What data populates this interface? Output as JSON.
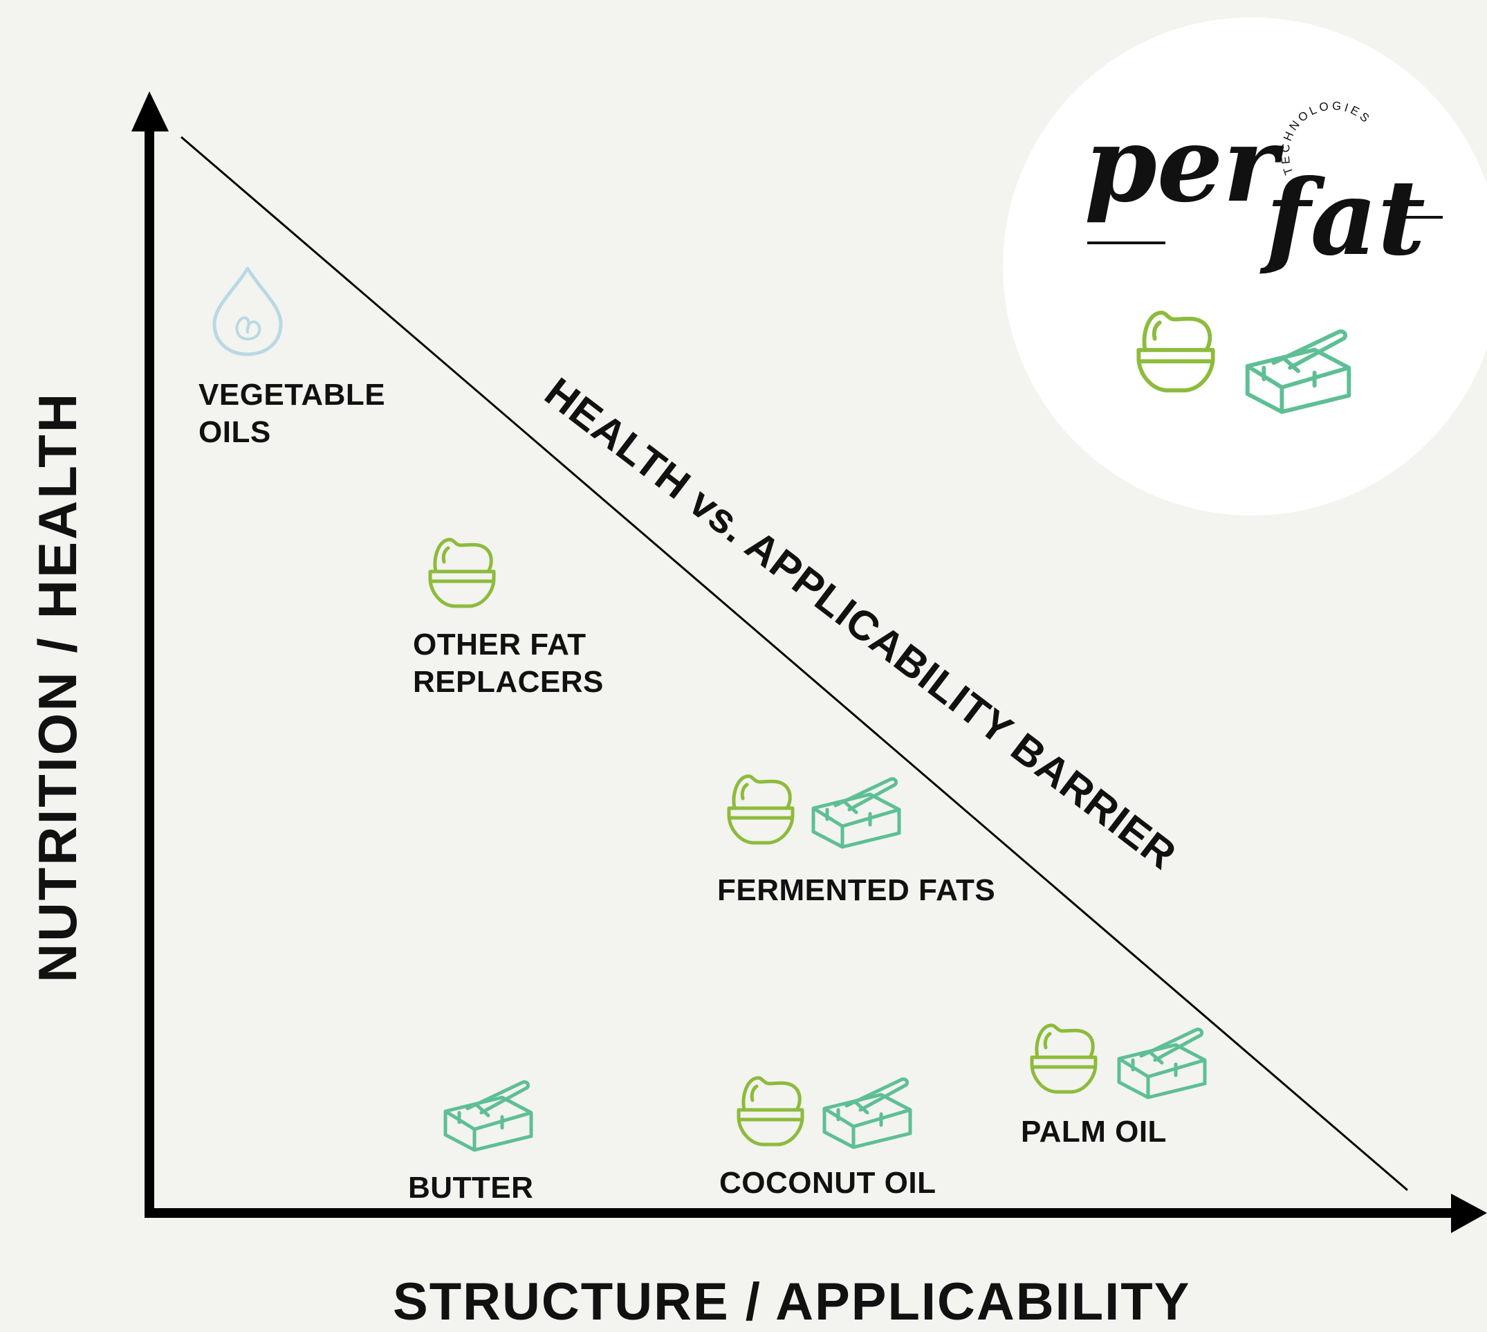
{
  "axes": {
    "y_title": "NUTRITION / HEALTH",
    "x_title": "STRUCTURE / APPLICABILITY"
  },
  "barrier": {
    "label": "HEALTH vs. APPLICABILITY BARRIER"
  },
  "items": {
    "vegetable_oils": {
      "line1": "VEGETABLE",
      "line2": "OILS",
      "icons": [
        "oil-drop-icon"
      ]
    },
    "other_fat_replacers": {
      "line1": "OTHER FAT",
      "line2": "REPLACERS",
      "icons": [
        "spread-bowl-icon"
      ]
    },
    "fermented_fats": {
      "label": "FERMENTED FATS",
      "icons": [
        "spread-bowl-icon",
        "butter-block-icon"
      ]
    },
    "butter": {
      "label": "BUTTER",
      "icons": [
        "butter-block-icon"
      ]
    },
    "coconut_oil": {
      "label": "COCONUT OIL",
      "icons": [
        "spread-bowl-icon",
        "butter-block-icon"
      ]
    },
    "palm_oil": {
      "label": "PALM OIL",
      "icons": [
        "spread-bowl-icon",
        "butter-block-icon"
      ]
    }
  },
  "logo": {
    "word_per": "per",
    "word_fat": "fat",
    "curved_text": "TECHNOLOGIES",
    "icons": [
      "spread-bowl-icon",
      "butter-block-icon"
    ]
  },
  "colors": {
    "background": "#f3f3ef",
    "axis": "#000000",
    "bowl_green": "#8dbb3c",
    "butter_teal": "#5ebf94",
    "drop_blue": "#b8d9e4",
    "logo_circle": "#ffffff"
  }
}
